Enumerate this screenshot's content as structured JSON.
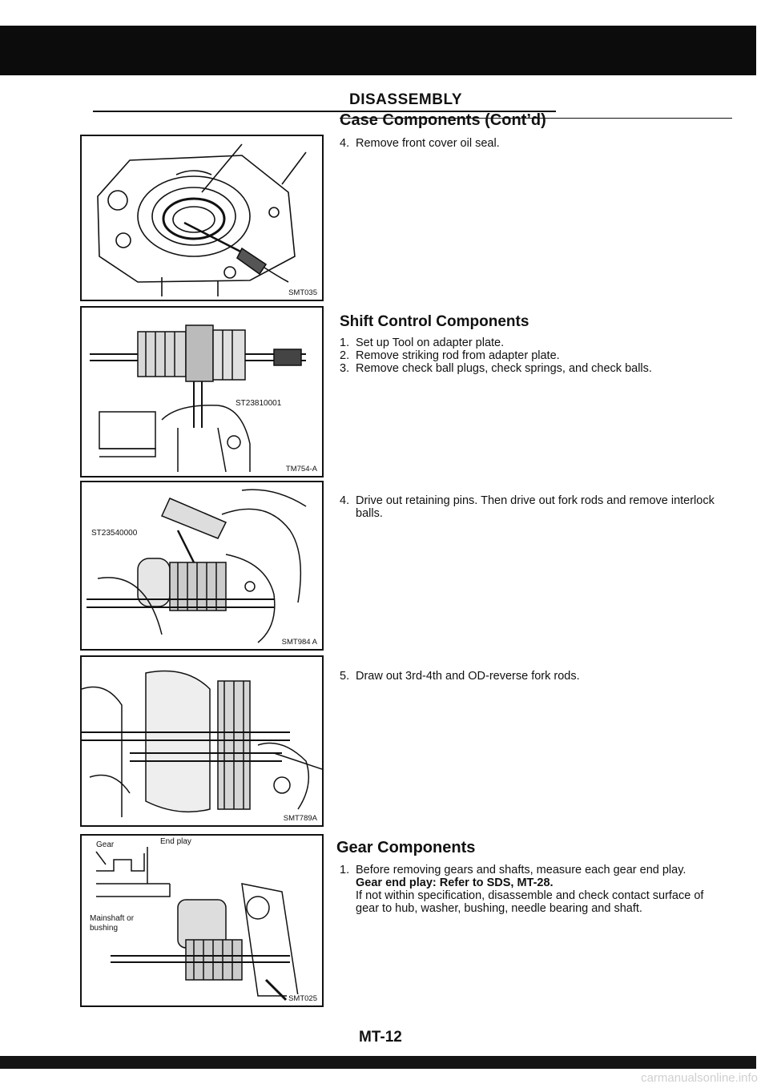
{
  "header": {
    "section_title": "DISASSEMBLY"
  },
  "case_components": {
    "heading": "Case Components (Cont’d)",
    "step4_num": "4.",
    "step4_text": "Remove front cover oil seal."
  },
  "shift_control": {
    "heading": "Shift Control Components",
    "steps": [
      {
        "num": "1.",
        "text": "Set up Tool on adapter plate."
      },
      {
        "num": "2.",
        "text": "Remove striking rod from adapter plate."
      },
      {
        "num": "3.",
        "text": "Remove check ball plugs, check springs, and check balls."
      }
    ],
    "step4_num": "4.",
    "step4_text": "Drive out retaining pins. Then drive out fork rods and remove interlock balls.",
    "step5_num": "5.",
    "step5_text": "Draw out 3rd-4th and OD-reverse fork rods."
  },
  "gear_components": {
    "heading": "Gear Components",
    "step1_num": "1.",
    "step1_text": "Before removing gears and shafts, measure each gear end play.",
    "spec": "Gear end play: Refer to SDS, MT-28.",
    "note": "If not within specification, disassemble and check contact surface of gear to hub, washer, bushing, needle bearing and shaft."
  },
  "figures": [
    {
      "code": "SMT035"
    },
    {
      "code": "TM754-A",
      "tool": "ST23810001"
    },
    {
      "code": "SMT984 A",
      "tool": "ST23540000"
    },
    {
      "code": "SMT789A"
    },
    {
      "code": "SMT025",
      "label_gear": "Gear",
      "label_endplay": "End play",
      "label_mainshaft": "Mainshaft or",
      "label_bushing": "bushing"
    }
  ],
  "footer": {
    "page_number": "MT-12",
    "watermark": "carmanualsonline.info"
  }
}
